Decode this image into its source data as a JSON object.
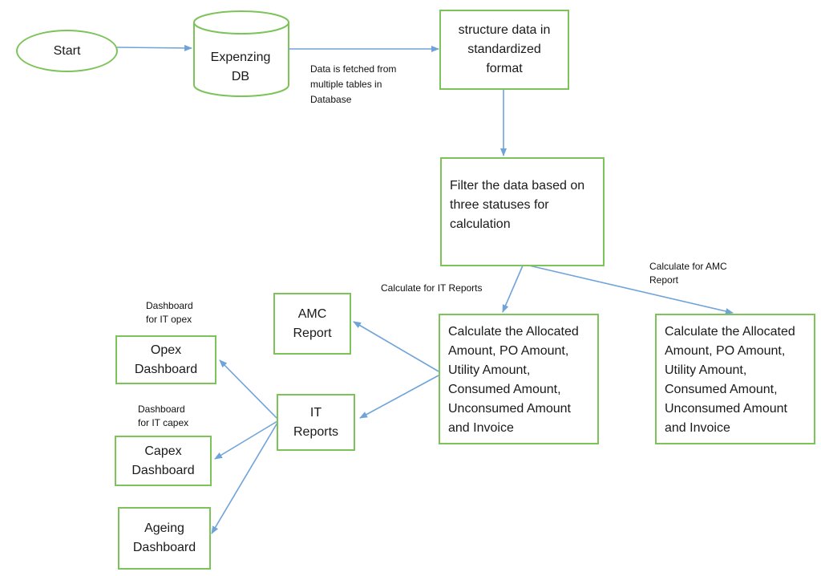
{
  "colors": {
    "node_border": "#7cc35a",
    "arrow": "#6fa3d9"
  },
  "nodes": {
    "start": "Start",
    "db": [
      "Expenzing",
      "DB"
    ],
    "structure": "structure data in standardized format",
    "filter": "Filter the data based on three statuses for calculation",
    "calc_it": "Calculate the Allocated Amount, PO Amount, Utility Amount, Consumed Amount, Unconsumed Amount and Invoice",
    "calc_amc": "Calculate the Allocated Amount, PO Amount, Utility Amount, Consumed Amount, Unconsumed Amount and Invoice",
    "amc_report": "AMC Report",
    "it_reports": "IT Reports",
    "opex": "Opex Dashboard",
    "capex": "Capex Dashboard",
    "ageing": "Ageing Dashboard"
  },
  "labels": {
    "fetch": "Data is fetched from multiple tables in Database",
    "calc_it": "Calculate for IT Reports",
    "calc_amc": "Calculate for AMC Report",
    "opex_note": "Dashboard for IT opex",
    "capex_note": "Dashboard for IT capex"
  }
}
